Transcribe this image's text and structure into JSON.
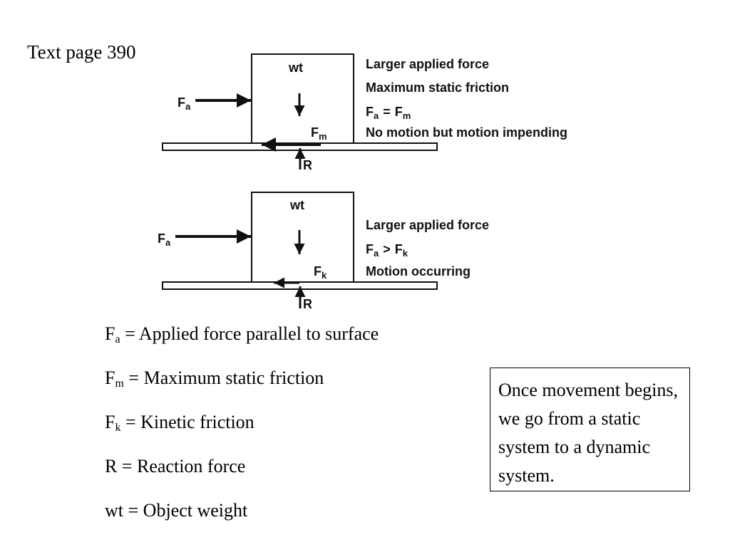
{
  "page_ref": "Text page 390",
  "diagram_top": {
    "weight_label": "wt",
    "applied_label": "F",
    "applied_sub": "a",
    "friction_label": "F",
    "friction_sub": "m",
    "reaction_label": "R",
    "desc": [
      "Larger applied force",
      "Maximum static friction",
      "",
      "No motion but motion impending"
    ],
    "eq": {
      "left": "F",
      "left_sub": "a",
      "op": "=",
      "right": "F",
      "right_sub": "m"
    }
  },
  "diagram_bottom": {
    "weight_label": "wt",
    "applied_label": "F",
    "applied_sub": "a",
    "friction_label": "F",
    "friction_sub": "k",
    "reaction_label": "R",
    "desc": [
      "Larger applied force",
      "",
      "Motion occurring"
    ],
    "eq": {
      "left": "F",
      "left_sub": "a",
      "op": ">",
      "right": "F",
      "right_sub": "k"
    }
  },
  "definitions": [
    {
      "sym": "F",
      "sub": "a",
      "text": " = Applied force parallel to surface"
    },
    {
      "sym": "F",
      "sub": "m",
      "text": " = Maximum static friction"
    },
    {
      "sym": "F",
      "sub": "k",
      "text": " = Kinetic friction"
    },
    {
      "sym": "R",
      "sub": "",
      "text": " = Reaction force"
    },
    {
      "sym": "wt",
      "sub": "",
      "text": " = Object weight"
    }
  ],
  "note": "Once movement begins, we go from a static system to a dynamic system."
}
